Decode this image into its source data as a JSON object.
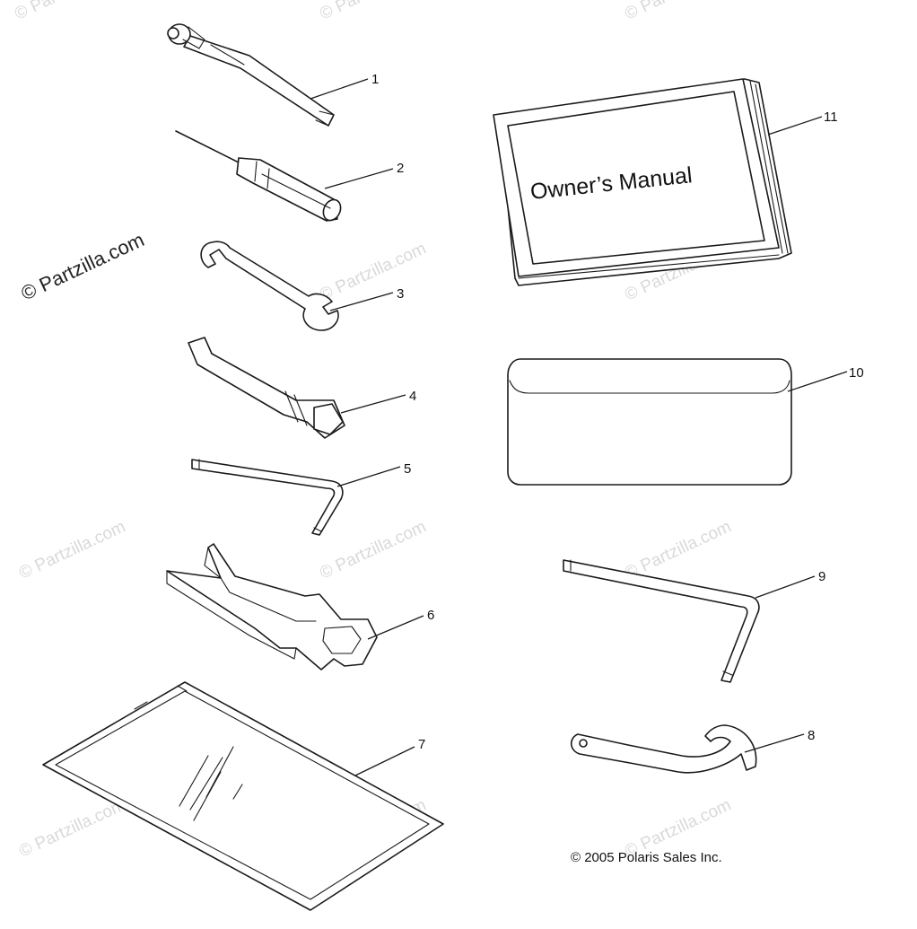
{
  "watermark": {
    "text": "© Partzilla.com",
    "prominent_text": "© Partzilla.com",
    "color": "#d9d9d9"
  },
  "callouts": {
    "c1": "1",
    "c2": "2",
    "c3": "3",
    "c4": "4",
    "c5": "5",
    "c6": "6",
    "c7": "7",
    "c8": "8",
    "c9": "9",
    "c10": "10",
    "c11": "11"
  },
  "manual": {
    "title": "Owner’s Manual"
  },
  "copyright": "© 2005 Polaris Sales Inc."
}
